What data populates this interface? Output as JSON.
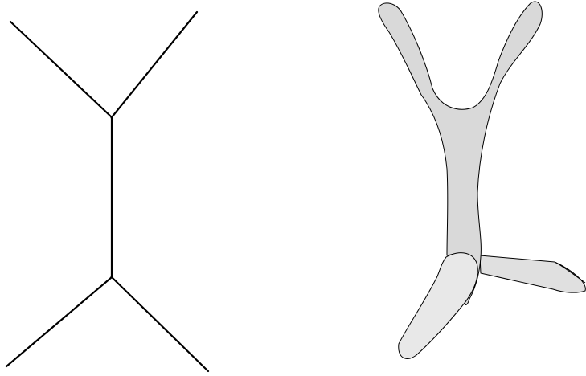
{
  "diagram": {
    "left_figure": {
      "kind": "tree-graph",
      "vertices": 2,
      "edges": 5,
      "stroke_color": "#000000"
    },
    "right_figure": {
      "kind": "thickened-ribbon-surface",
      "upper_lobes": 2,
      "lower_flaps": 2,
      "fill_dark": "#d9d9d9",
      "fill_light": "#e8e8e8",
      "outline_color": "#000000"
    }
  }
}
